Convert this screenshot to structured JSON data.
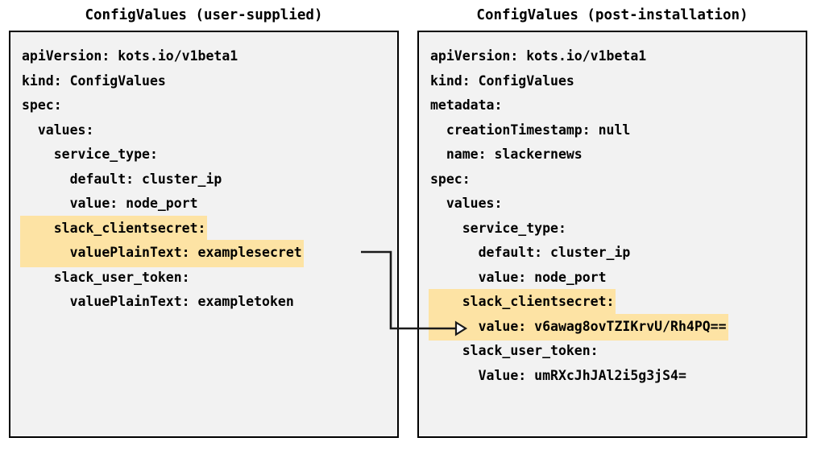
{
  "panels": [
    {
      "title": "ConfigValues (user-supplied)",
      "lines": [
        {
          "text": "apiVersion: kots.io/v1beta1",
          "highlight": false
        },
        {
          "text": "kind: ConfigValues",
          "highlight": false
        },
        {
          "text": "spec:",
          "highlight": false
        },
        {
          "text": "  values:",
          "highlight": false
        },
        {
          "text": "    service_type:",
          "highlight": false
        },
        {
          "text": "      default: cluster_ip",
          "highlight": false
        },
        {
          "text": "      value: node_port",
          "highlight": false
        },
        {
          "text": "    slack_clientsecret:",
          "highlight": true
        },
        {
          "text": "      valuePlainText: examplesecret",
          "highlight": true
        },
        {
          "text": "    slack_user_token:",
          "highlight": false
        },
        {
          "text": "      valuePlainText: exampletoken",
          "highlight": false
        }
      ]
    },
    {
      "title": "ConfigValues (post-installation)",
      "lines": [
        {
          "text": "apiVersion: kots.io/v1beta1",
          "highlight": false
        },
        {
          "text": "kind: ConfigValues",
          "highlight": false
        },
        {
          "text": "metadata:",
          "highlight": false
        },
        {
          "text": "  creationTimestamp: null",
          "highlight": false
        },
        {
          "text": "  name: slackernews",
          "highlight": false
        },
        {
          "text": "spec:",
          "highlight": false
        },
        {
          "text": "  values:",
          "highlight": false
        },
        {
          "text": "    service_type:",
          "highlight": false
        },
        {
          "text": "      default: cluster_ip",
          "highlight": false
        },
        {
          "text": "      value: node_port",
          "highlight": false
        },
        {
          "text": "    slack_clientsecret:",
          "highlight": true
        },
        {
          "text": "      value: v6awag8ovTZIKrvU/Rh4PQ==",
          "highlight": true
        },
        {
          "text": "    slack_user_token:",
          "highlight": false
        },
        {
          "text": "      Value: umRXcJhJAl2i5g3jS4=",
          "highlight": false
        }
      ]
    }
  ],
  "connector": {
    "name": "secret-transform-arrow",
    "from_label": "valuePlainText: examplesecret",
    "to_label": "value: v6awag8ovTZIKrvU/Rh4PQ=="
  },
  "colors": {
    "highlight": "#fde3a4",
    "panel_background": "#f2f2f2",
    "border": "#000000",
    "text": "#000000",
    "page_background": "#ffffff"
  }
}
